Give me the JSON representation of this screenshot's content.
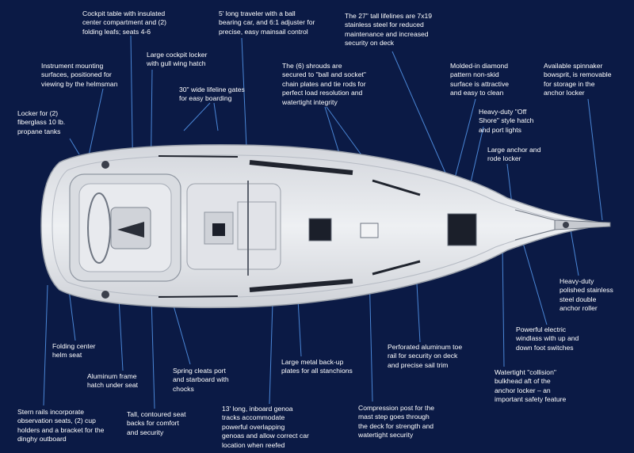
{
  "colors": {
    "background": "#0b1a45",
    "leader_line": "#4a86d6",
    "hull": "#e4e6ea",
    "deck_shadow": "#c9ccd2",
    "hatch": "#1b1f2a",
    "label_text": "#ffffff"
  },
  "labels": [
    {
      "id": "cockpit-table",
      "text": "Cockpit table with insulated\ncenter compartment and (2)\nfolding leafs; seats 4-6"
    },
    {
      "id": "traveler",
      "text": "5' long traveler with a ball\nbearing car, and 6:1 adjuster for\nprecise, easy mainsail control"
    },
    {
      "id": "lifelines",
      "text": "The 27\" tall lifelines are 7x19\nstainless steel for reduced\nmaintenance and increased\nsecurity on deck"
    },
    {
      "id": "instrument-surfaces",
      "text": "Instrument mounting\nsurfaces, positioned for\nviewing by the helmsman"
    },
    {
      "id": "cockpit-locker",
      "text": "Large cockpit locker\nwith gull wing hatch"
    },
    {
      "id": "shrouds",
      "text": "The (6) shrouds are\nsecured to \"ball and socket\"\nchain plates and tie rods for\nperfect load resolution and\nwatertight integrity"
    },
    {
      "id": "non-skid",
      "text": "Molded-in diamond\npattern non-skid\nsurface is attractive\nand easy to clean"
    },
    {
      "id": "bowsprit",
      "text": "Available spinnaker\nbowsprit, is removable\nfor storage in the\nanchor locker"
    },
    {
      "id": "lifeline-gates",
      "text": "30\" wide lifeline gates\nfor easy boarding"
    },
    {
      "id": "propane-locker",
      "text": "Locker for (2)\nfiberglass 10 lb.\npropane tanks"
    },
    {
      "id": "offshore-hatch",
      "text": "Heavy-duty \"Off\nShore\" style hatch\nand port lights"
    },
    {
      "id": "anchor-locker",
      "text": "Large anchor and\nrode locker"
    },
    {
      "id": "anchor-roller",
      "text": "Heavy-duty\npolished stainless\nsteel double\nanchor roller"
    },
    {
      "id": "windlass",
      "text": "Powerful electric\nwindlass with up and\ndown foot switches"
    },
    {
      "id": "toe-rail",
      "text": "Perforated aluminum toe\nrail for security on deck\nand precise sail trim"
    },
    {
      "id": "helm-seat",
      "text": "Folding center\nhelm seat"
    },
    {
      "id": "frame-hatch",
      "text": "Aluminum frame\nhatch under seat"
    },
    {
      "id": "spring-cleats",
      "text": "Spring cleats port\nand starboard with\nchocks"
    },
    {
      "id": "backup-plates",
      "text": "Large metal back-up\nplates for all stanchions"
    },
    {
      "id": "collision-bulkhead",
      "text": "Watertight \"collision\"\nbulkhead aft of the\nanchor locker – an\nimportant safety feature"
    },
    {
      "id": "stern-rails",
      "text": "Stern rails incorporate\nobservation seats, (2) cup\nholders and a bracket for the\ndinghy outboard"
    },
    {
      "id": "seat-backs",
      "text": "Tall, contoured seat\nbacks for comfort\nand security"
    },
    {
      "id": "genoa-tracks",
      "text": "13' long, inboard genoa\ntracks accommodate\npowerful overlapping\ngenoas and allow correct car\nlocation when reefed"
    },
    {
      "id": "compression-post",
      "text": "Compression post for the\nmast step goes through\nthe deck for strength and\nwatertight security"
    }
  ]
}
